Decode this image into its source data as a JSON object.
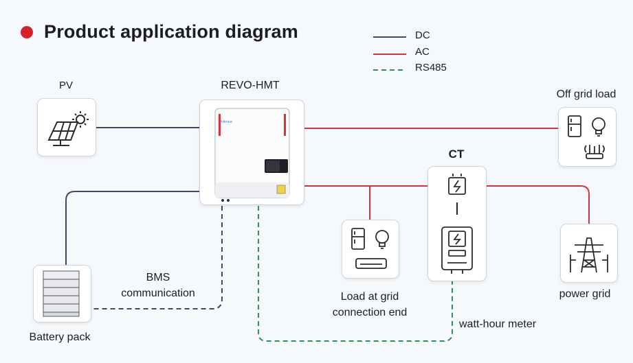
{
  "title": "Product application diagram",
  "legend": [
    {
      "label": "DC",
      "color": "#3f4a66",
      "style": "solid"
    },
    {
      "label": "AC",
      "color": "#d6333a",
      "style": "solid"
    },
    {
      "label": "RS485",
      "color": "#2f8f5a",
      "style": "dashed"
    }
  ],
  "nodes": {
    "pv": {
      "label": "PV",
      "icon": "solar-panel-icon"
    },
    "inverter": {
      "label": "REVO-HMT",
      "icon": "inverter-icon"
    },
    "off_grid_load": {
      "label": "Off grid load",
      "icon": "appliances-icon"
    },
    "ct": {
      "label": "CT",
      "icon": "current-transformer-icon"
    },
    "load_grid": {
      "label_line1": "Load at grid",
      "label_line2": "connection end",
      "icon": "appliances-icon"
    },
    "power_grid": {
      "label": "power grid",
      "icon": "power-tower-icon"
    },
    "battery": {
      "label": "Battery pack",
      "icon": "battery-rack-icon"
    },
    "meter": {
      "label": "watt-hour meter",
      "icon": "electric-meter-icon"
    }
  },
  "annotations": {
    "bms_line1": "BMS",
    "bms_line2": "communication"
  },
  "colors": {
    "accent": "#d6212a",
    "dc": "#3f4a66",
    "ac": "#d6333a",
    "rs485": "#2f8f5a"
  }
}
